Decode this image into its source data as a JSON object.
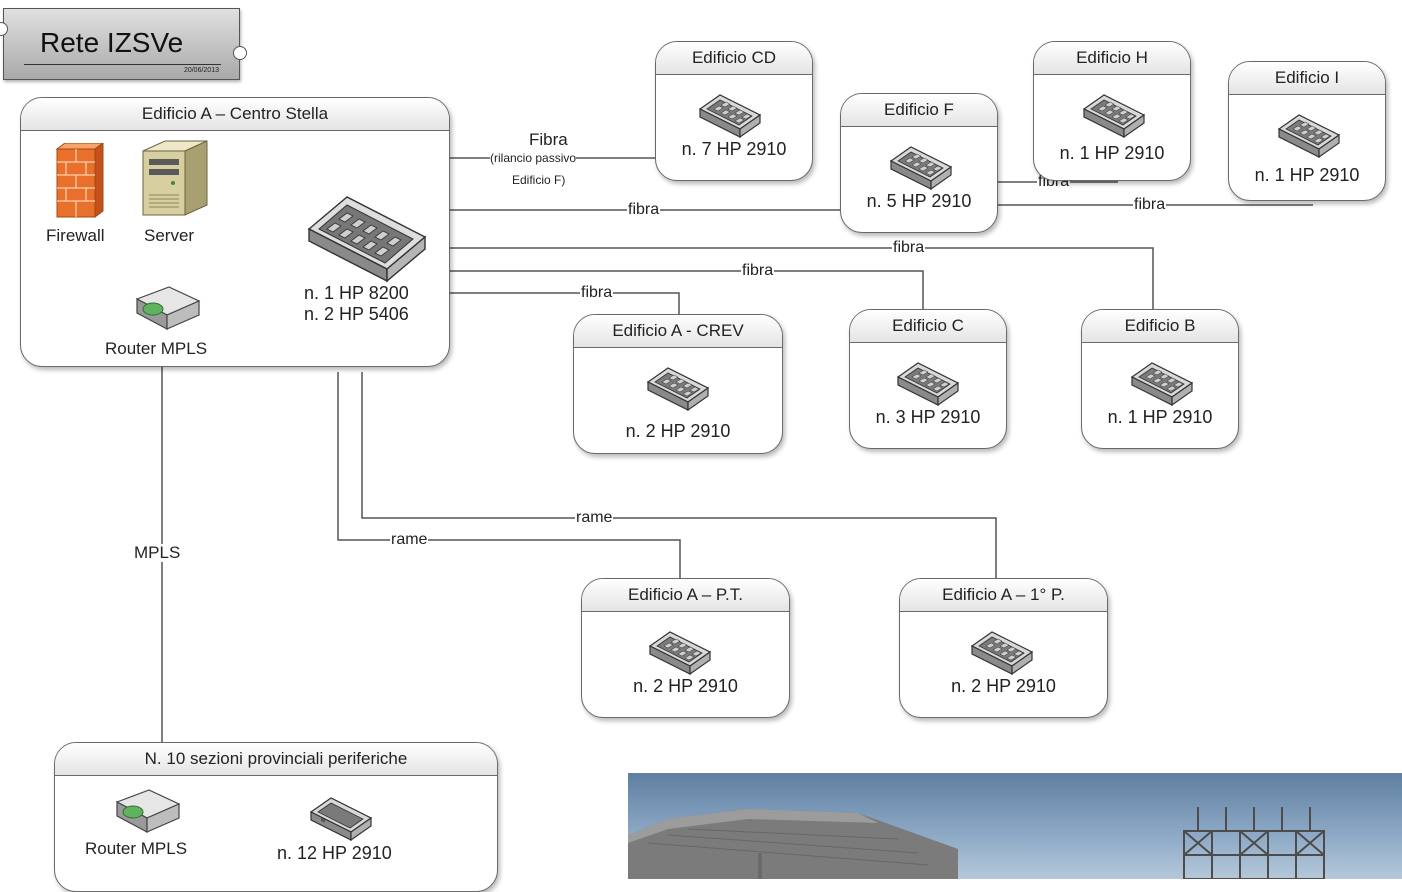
{
  "title": {
    "text": "Rete IZSVe",
    "date": "20/06/2013"
  },
  "core": {
    "header": "Edificio A – Centro Stella",
    "firewall_label": "Firewall",
    "server_label": "Server",
    "router_label": "Router MPLS",
    "switch_line1": "n. 1 HP 8200",
    "switch_line2": "n. 2 HP 5406"
  },
  "buildings": [
    {
      "name": "Edificio CD",
      "count": "n. 7 HP 2910"
    },
    {
      "name": "Edificio F",
      "count": "n. 5 HP 2910"
    },
    {
      "name": "Edificio H",
      "count": "n. 1 HP 2910"
    },
    {
      "name": "Edificio I",
      "count": "n. 1 HP 2910"
    },
    {
      "name": "Edificio A - CREV",
      "count": "n. 2 HP 2910"
    },
    {
      "name": "Edificio C",
      "count": "n. 3 HP 2910"
    },
    {
      "name": "Edificio B",
      "count": "n. 1 HP 2910"
    },
    {
      "name": "Edificio A – P.T.",
      "count": "n. 2 HP 2910"
    },
    {
      "name": "Edificio A – 1° P.",
      "count": "n. 2 HP 2910"
    }
  ],
  "peripheral": {
    "header": "N. 10 sezioni provinciali periferiche",
    "router_label": "Router MPLS",
    "count": "n. 12 HP 2910"
  },
  "links": {
    "fibra_cd_title": "Fibra",
    "fibra_cd_note1": "(rilancio passivo",
    "fibra_cd_note2": "Edificio F)",
    "fibra_f": "fibra",
    "fibra_h": "fibra",
    "fibra_i": "fibra",
    "fibra_b": "fibra",
    "fibra_c": "fibra",
    "fibra_crev": "fibra",
    "rame_1p": "rame",
    "rame_pt": "rame",
    "mpls": "MPLS"
  },
  "colors": {
    "line": "#555555",
    "box_border": "#6a6a6a",
    "firewall": "#e8702a",
    "server": "#d8cfa0",
    "router": "#5fb35f",
    "switch": "#9a9a9a"
  }
}
